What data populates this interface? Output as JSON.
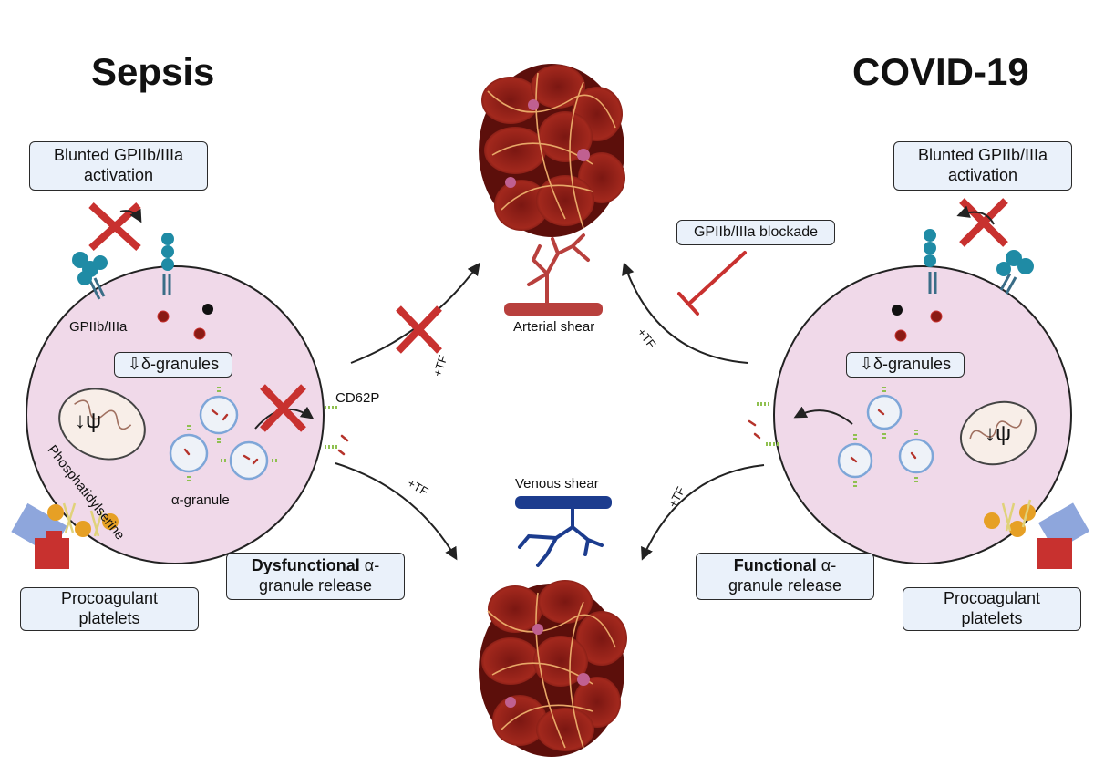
{
  "sepsis": {
    "title": "Sepsis",
    "gp_box": [
      "Blunted GPIIb/IIIa",
      "activation"
    ],
    "receptor_label": "GPIIb/IIIa",
    "delta_box": "⇩δ-granules",
    "cd62p_label": "CD62P",
    "psi_label": "↓ψ",
    "ps_label": "Phosphatidylserine",
    "alpha_label": "α-granule",
    "release_box": {
      "bold": "Dysfunctional",
      "rest1": " α-",
      "line2": "granule release"
    },
    "procoag_box": [
      "Procoagulant",
      "platelets"
    ]
  },
  "covid": {
    "title": "COVID-19",
    "gp_box": [
      "Blunted GPIIb/IIIa",
      "activation"
    ],
    "blockade_box": "GPIIb/IIIa blockade",
    "delta_box": "⇩δ-granules",
    "psi_label": "↓ψ",
    "release_box": {
      "bold": "Functional",
      "rest1": " α-",
      "line2": "granule release"
    },
    "procoag_box": [
      "Procoagulant",
      "platelets"
    ]
  },
  "center": {
    "arterial_label": "Arterial shear",
    "venous_label": "Venous shear",
    "tf_label": "+TF"
  },
  "colors": {
    "platelet_fill": "#f0d9e9",
    "inhibit_red": "#c8312f",
    "venous_blue": "#1c3c8e",
    "arterial_red": "#b8403d",
    "clot_dark": "#7a1612",
    "fibrin": "#e8a868"
  }
}
